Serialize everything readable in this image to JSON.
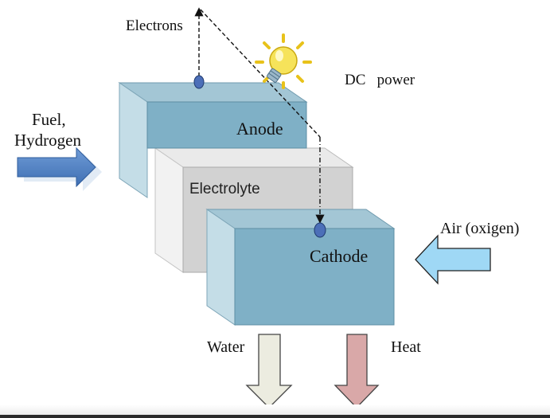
{
  "labels": {
    "electrons": "Electrons",
    "dc_power": "DC   power",
    "fuel_line1": "Fuel,",
    "fuel_line2": "Hydrogen",
    "anode": "Anode",
    "electrolyte": "Electrolyte",
    "cathode": "Cathode",
    "air": "Air (oxigen)",
    "water": "Water",
    "heat": "Heat"
  },
  "icons": [
    "light-bulb-icon",
    "fuel-arrow-icon",
    "air-arrow-icon",
    "water-arrow-icon",
    "heat-arrow-icon"
  ],
  "colors": {
    "anode_front": "#7fb0c6",
    "cathode_front": "#7fb0c6",
    "electrolyte_front": "#d2d2d2",
    "fuel_arrow": "#4a7cc0",
    "air_arrow": "#9fd8f5",
    "water_arrow": "#ecece0",
    "heat_arrow": "#d9a8a8",
    "bulb": "#f6e35a"
  }
}
